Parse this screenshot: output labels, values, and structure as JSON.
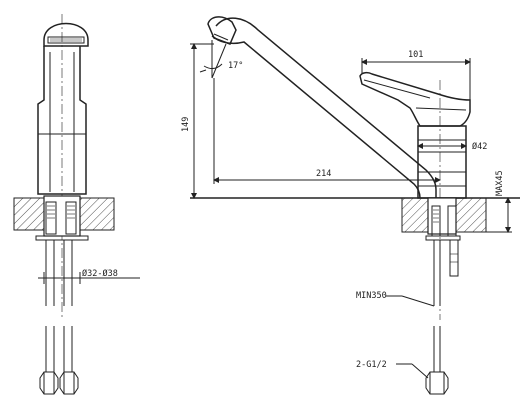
{
  "dimensions": {
    "angle": "17°",
    "handle_width": "101",
    "height": "149",
    "diameter_body": "Ø42",
    "spout_reach": "214",
    "max_counter": "MAX45",
    "hole_range": "Ø32-Ø38",
    "hose_min": "MIN350",
    "thread": "2-G1/2"
  },
  "colors": {
    "line": "#222222",
    "background": "#ffffff"
  }
}
